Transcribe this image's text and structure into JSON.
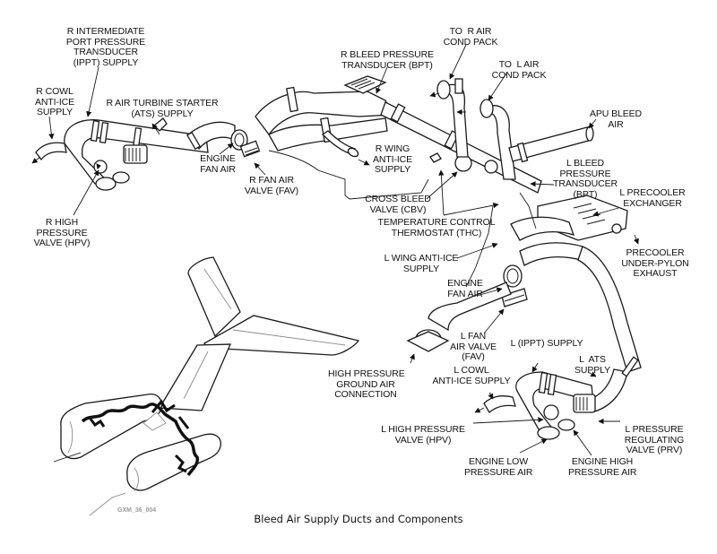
{
  "figure": {
    "caption": "Bleed Air Supply Ducts and Components",
    "figure_code": "GXM_36_004"
  },
  "labels": {
    "r_ippt": "R INTERMEDIATE\nPORT PRESSURE\nTRANSDUCER\n(IPPT) SUPPLY",
    "r_cowl": "R COWL\nANTI-ICE\nSUPPLY",
    "r_ats": "R AIR TURBINE STARTER\n(ATS) SUPPLY",
    "r_bpt": "R BLEED PRESSURE\nTRANSDUCER (BPT)",
    "to_r_pack": "TO  R AIR\nCOND PACK",
    "to_l_pack": "TO  L AIR\nCOND PACK",
    "apu_bleed": "APU BLEED\nAIR",
    "engine_fan_air_r": "ENGINE\nFAN AIR",
    "r_fav": "R FAN AIR\nVALVE (FAV)",
    "r_wing": "R WING\nANTI-ICE\nSUPPLY",
    "l_bpt": "L BLEED\nPRESSURE\nTRANSDUCER\n(BPT)",
    "l_precooler": "L PRECOOLER\nEXCHANGER",
    "cbv": "CROSS BLEED\nVALVE (CBV)",
    "thc": "TEMPERATURE CONTROL\nTHERMOSTAT (THC)",
    "r_hpv": "R HIGH\nPRESSURE\nVALVE (HPV)",
    "precooler_exhaust": "PRECOOLER\nUNDER-PYLON\nEXHAUST",
    "l_wing": "L WING ANTI-ICE\nSUPPLY",
    "engine_fan_air_l": "ENGINE\nFAN AIR",
    "l_fav": "L FAN\nAIR VALVE\n(FAV)",
    "l_ippt": "L (IPPT) SUPPLY",
    "l_ats": "L  ATS\nSUPPLY",
    "hp_ground": "HIGH PRESSURE\nGROUND AIR\nCONNECTION",
    "l_cowl": "L COWL\nANTI-ICE SUPPLY",
    "l_hpv": "L HIGH PRESSURE\nVALVE (HPV)",
    "l_prv": "L PRESSURE\nREGULATING\nVALVE (PRV)",
    "eng_low": "ENGINE LOW\nPRESSURE AIR",
    "eng_high": "ENGINE HIGH\nPRESSURE AIR"
  }
}
